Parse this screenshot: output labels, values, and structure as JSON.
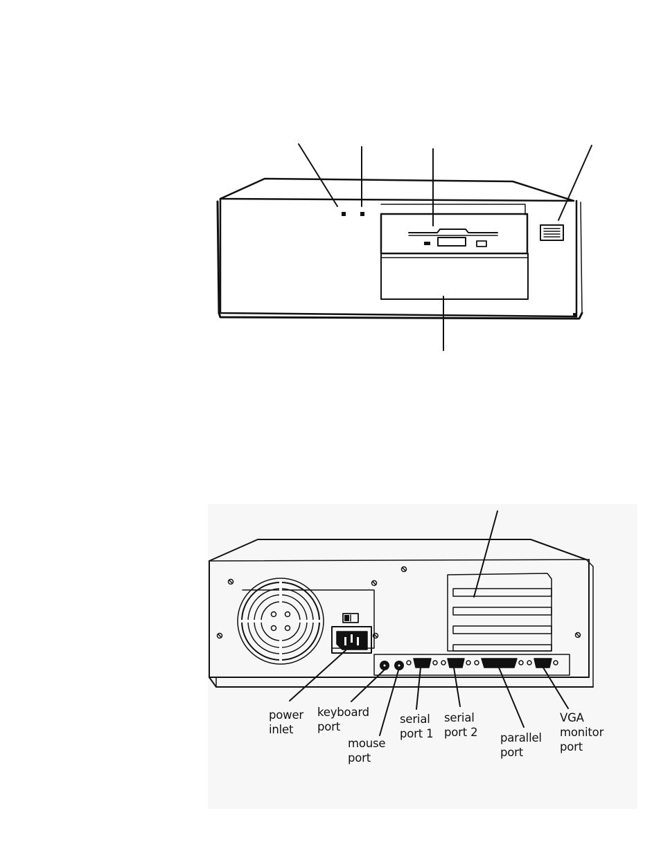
{
  "labels": {
    "power_inlet": [
      "power",
      "inlet"
    ],
    "keyboard_port": [
      "keyboard",
      "port"
    ],
    "mouse_port": [
      "mouse",
      "port"
    ],
    "serial_port_1": [
      "serial",
      "port 1"
    ],
    "serial_port_2": [
      "serial",
      "port 2"
    ],
    "parallel_port": [
      "parallel",
      "port"
    ],
    "vga_monitor_port": [
      "VGA",
      "monitor",
      "port"
    ]
  }
}
